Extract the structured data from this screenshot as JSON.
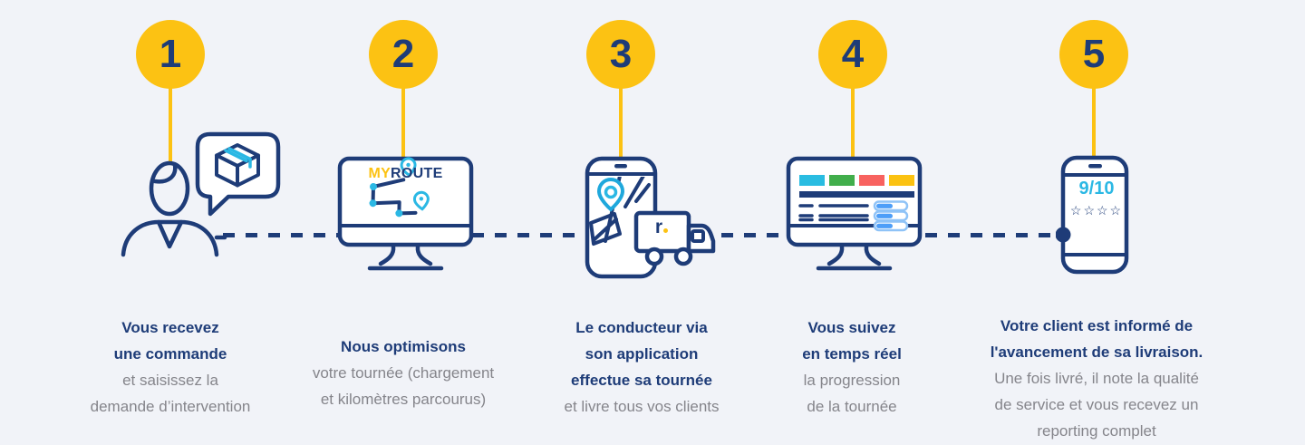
{
  "process": {
    "accent_yellow": "#FCC213",
    "navy": "#1E3C78",
    "gray_text": "#85858B",
    "cyan": "#2BB8E4",
    "background": "#F1F3F8",
    "dashboard_colors": [
      "#29BCE1",
      "#41AE4B",
      "#F8625F",
      "#FBC211"
    ]
  },
  "steps": [
    {
      "number": "1",
      "icon": "person-with-order-speech-bubble-icon",
      "bold": [
        "Vous recevez",
        "une commande"
      ],
      "gray": [
        "et saisissez la",
        "demande d’intervention"
      ]
    },
    {
      "number": "2",
      "icon": "myroute-monitor-icon",
      "bold": [
        "Nous optimisons"
      ],
      "gray": [
        "votre tournée (chargement",
        "et kilomètres parcourus)"
      ]
    },
    {
      "number": "3",
      "icon": "driver-phone-and-truck-icon",
      "bold": [
        "Le conducteur via",
        "son application",
        "effectue sa tournée"
      ],
      "gray": [
        "et livre tous vos clients"
      ]
    },
    {
      "number": "4",
      "icon": "dashboard-monitor-icon",
      "bold": [
        "Vous suivez",
        "en temps réel"
      ],
      "gray": [
        "la progression",
        "de la tournée"
      ]
    },
    {
      "number": "5",
      "icon": "rating-phone-icon",
      "bold": [
        "Votre client est informé de",
        "l'avancement de sa livraison."
      ],
      "gray": [
        "Une fois livré, il note la qualité",
        "de service et vous recevez un",
        "reporting complet"
      ]
    }
  ],
  "logo": {
    "my": "MY",
    "route": "ROUTE"
  },
  "truck": {
    "letter": "r"
  },
  "rating": {
    "score": "9/10",
    "stars": "☆☆☆☆"
  }
}
